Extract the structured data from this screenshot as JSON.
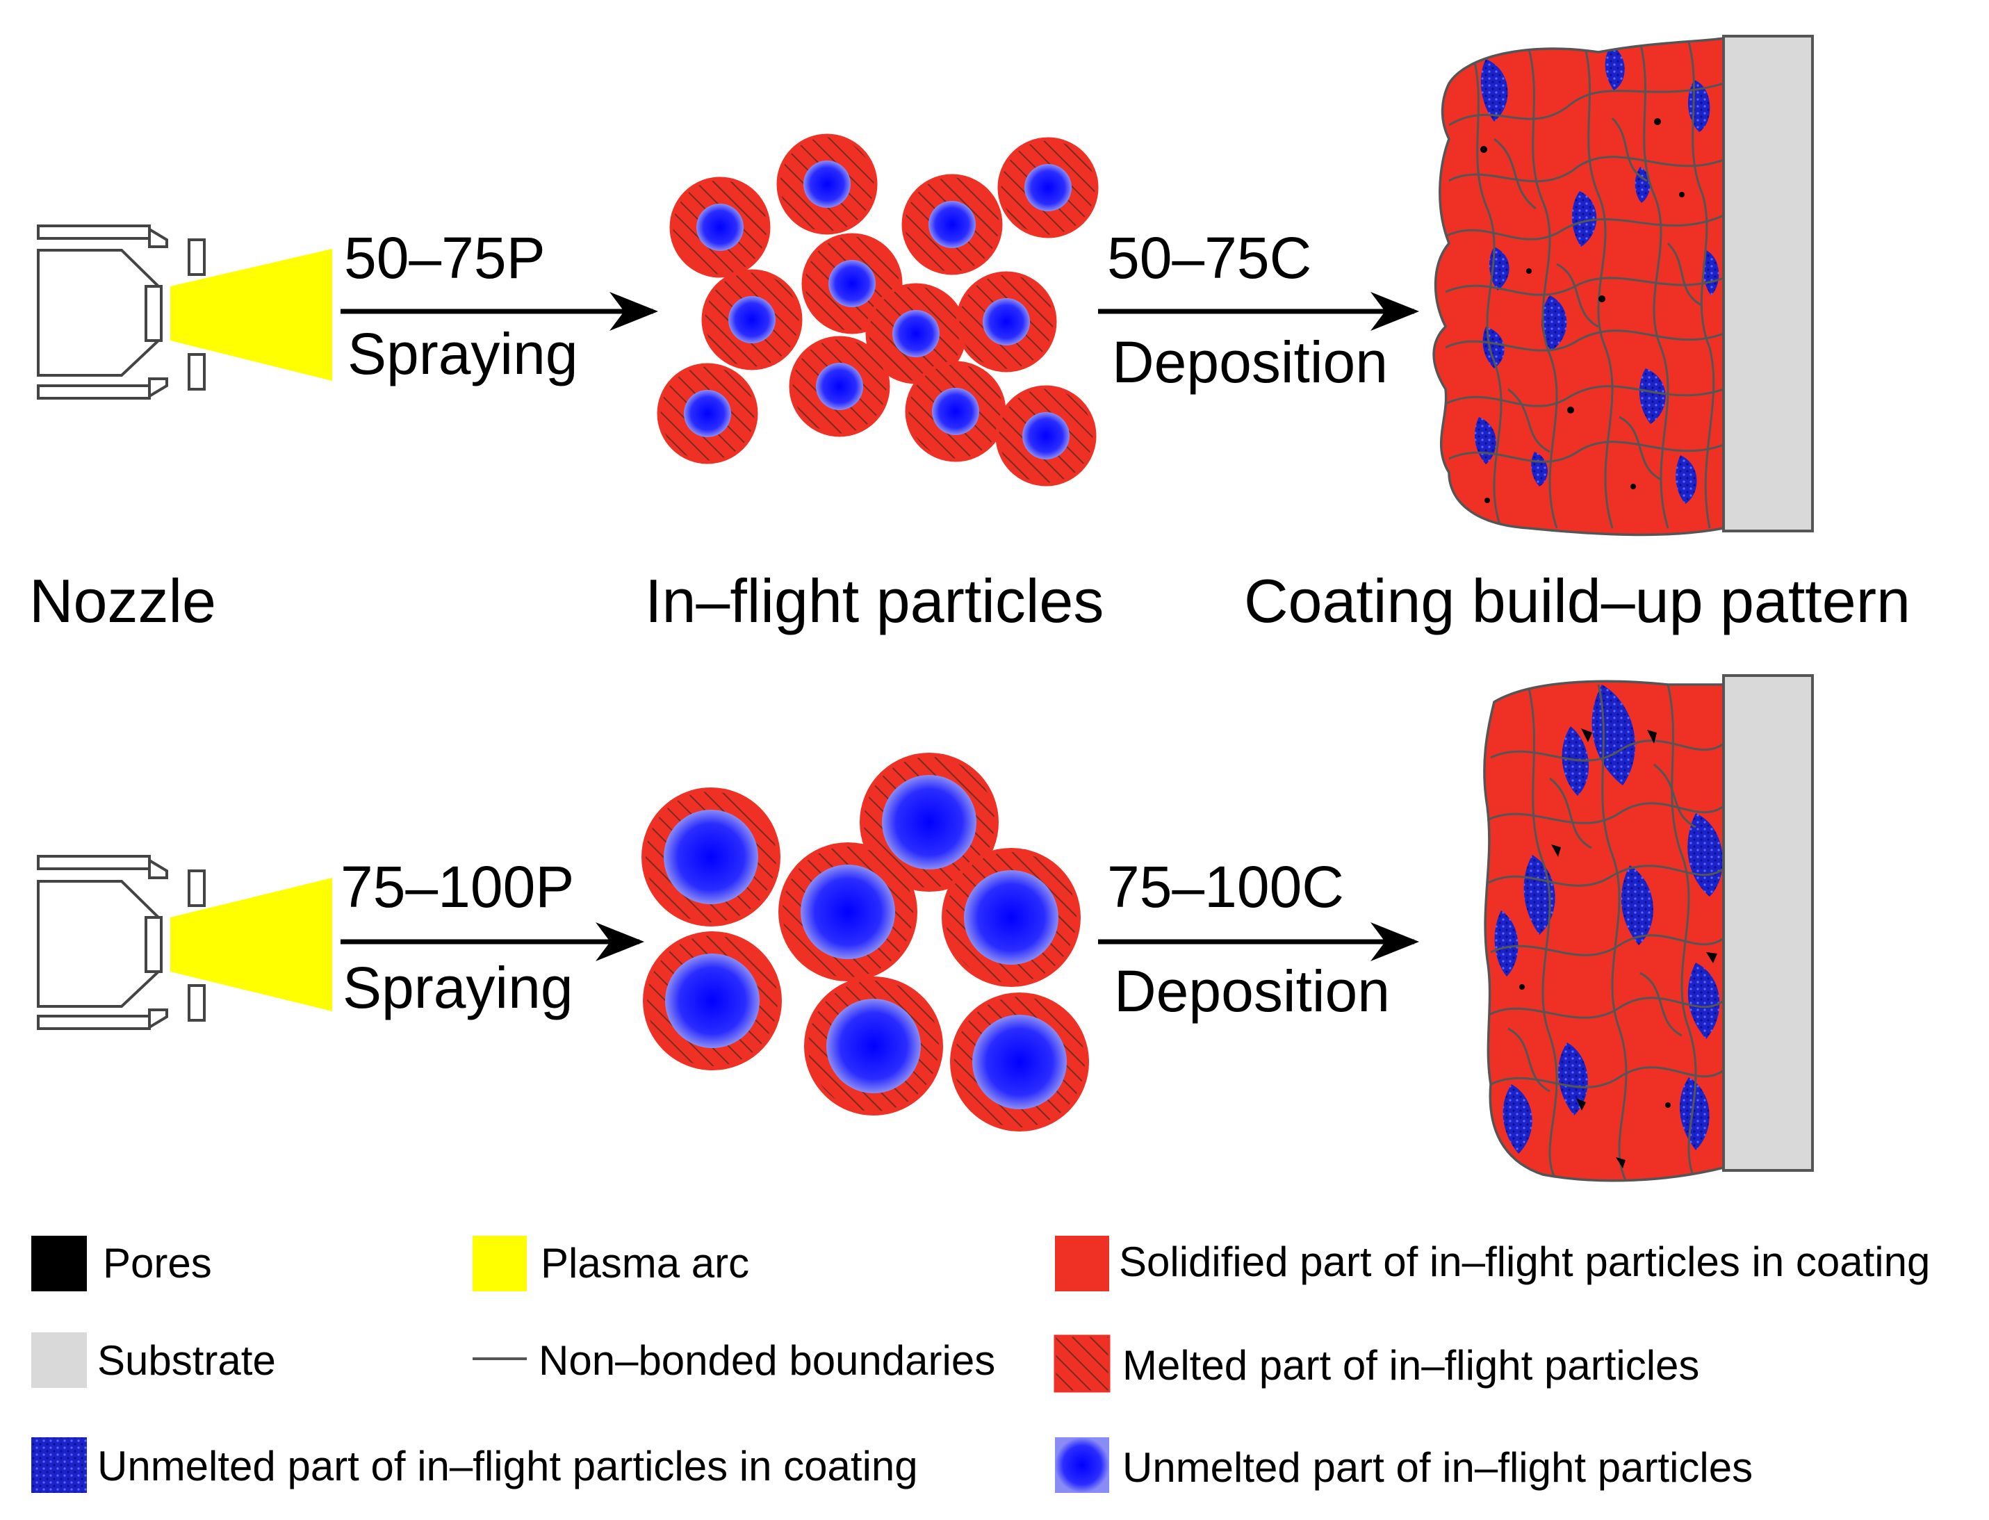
{
  "rows": [
    {
      "arrow1_label": "50–75P",
      "arrow1_sub": "Spraying",
      "arrow2_label": "50–75C",
      "arrow2_sub": "Deposition"
    },
    {
      "arrow1_label": "75–100P",
      "arrow1_sub": "Spraying",
      "arrow2_label": "75–100C",
      "arrow2_sub": "Deposition"
    }
  ],
  "captions": {
    "nozzle": "Nozzle",
    "particles": "In–flight particles",
    "coating": "Coating build–up pattern"
  },
  "legend": [
    {
      "swatch": "pores",
      "label": "Pores"
    },
    {
      "swatch": "plasma",
      "label": "Plasma arc"
    },
    {
      "swatch": "solidified",
      "label": "Solidified part of in–flight particles in coating"
    },
    {
      "swatch": "substrate",
      "label": "Substrate"
    },
    {
      "swatch": "line",
      "label": "Non–bonded boundaries"
    },
    {
      "swatch": "melted",
      "label": "Melted part of in–flight particles"
    },
    {
      "swatch": "unmelted-coating",
      "label": "Unmelted part of in–flight particles in coating"
    },
    {
      "swatch": "unmelted",
      "label": "Unmelted part of in–flight particles"
    }
  ],
  "colors": {
    "red": "#ee3124",
    "hatch": "#7a2a20",
    "blue_center": "#0000ff",
    "blue_edge": "#8a8cf5",
    "yellow": "#ffff00",
    "substrate": "#d9d9d9",
    "pore": "#000000",
    "boundary": "#555555"
  }
}
